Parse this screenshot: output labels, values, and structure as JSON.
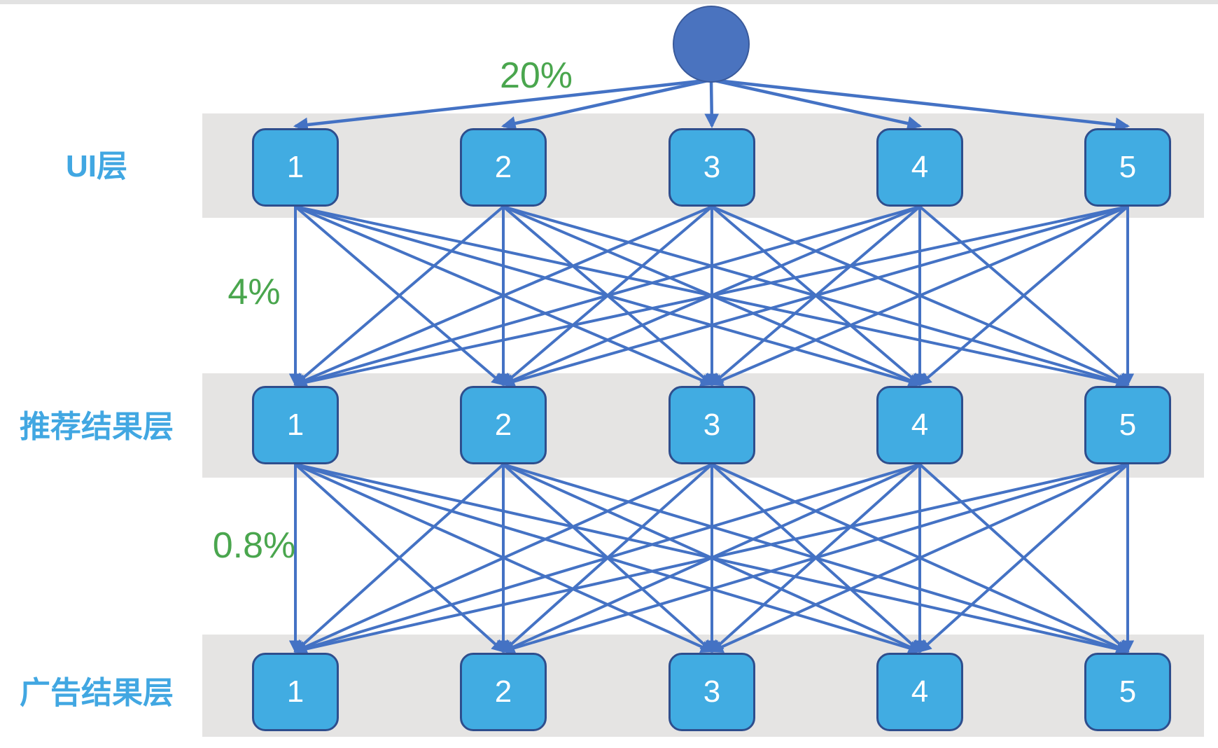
{
  "diagram": {
    "type": "layered-funnel-network",
    "root_node": {
      "shape": "circle",
      "label": ""
    },
    "rates": [
      {
        "value": "20%"
      },
      {
        "value": "4%"
      },
      {
        "value": "0.8%"
      }
    ],
    "layers": [
      {
        "name": "UI层",
        "nodes": [
          "1",
          "2",
          "3",
          "4",
          "5"
        ]
      },
      {
        "name": "推荐结果层",
        "nodes": [
          "1",
          "2",
          "3",
          "4",
          "5"
        ]
      },
      {
        "name": "广告结果层",
        "nodes": [
          "1",
          "2",
          "3",
          "4",
          "5"
        ]
      }
    ],
    "connections": {
      "root_to_layer1": "one-to-all",
      "layer1_to_layer2": "fully-connected",
      "layer2_to_layer3": "fully-connected"
    }
  },
  "colors": {
    "band": "#e5e4e3",
    "top_strip": "#e2e2e2",
    "connector": "#4472c4",
    "circle_fill": "#4a73bf",
    "circle_border": "#3a5a9b",
    "box_fill": "#41ace2",
    "box_border": "#2e4e8d",
    "layer_label": "#41a7e2",
    "rate_label": "#4aa64e",
    "node_text": "#ffffff"
  }
}
